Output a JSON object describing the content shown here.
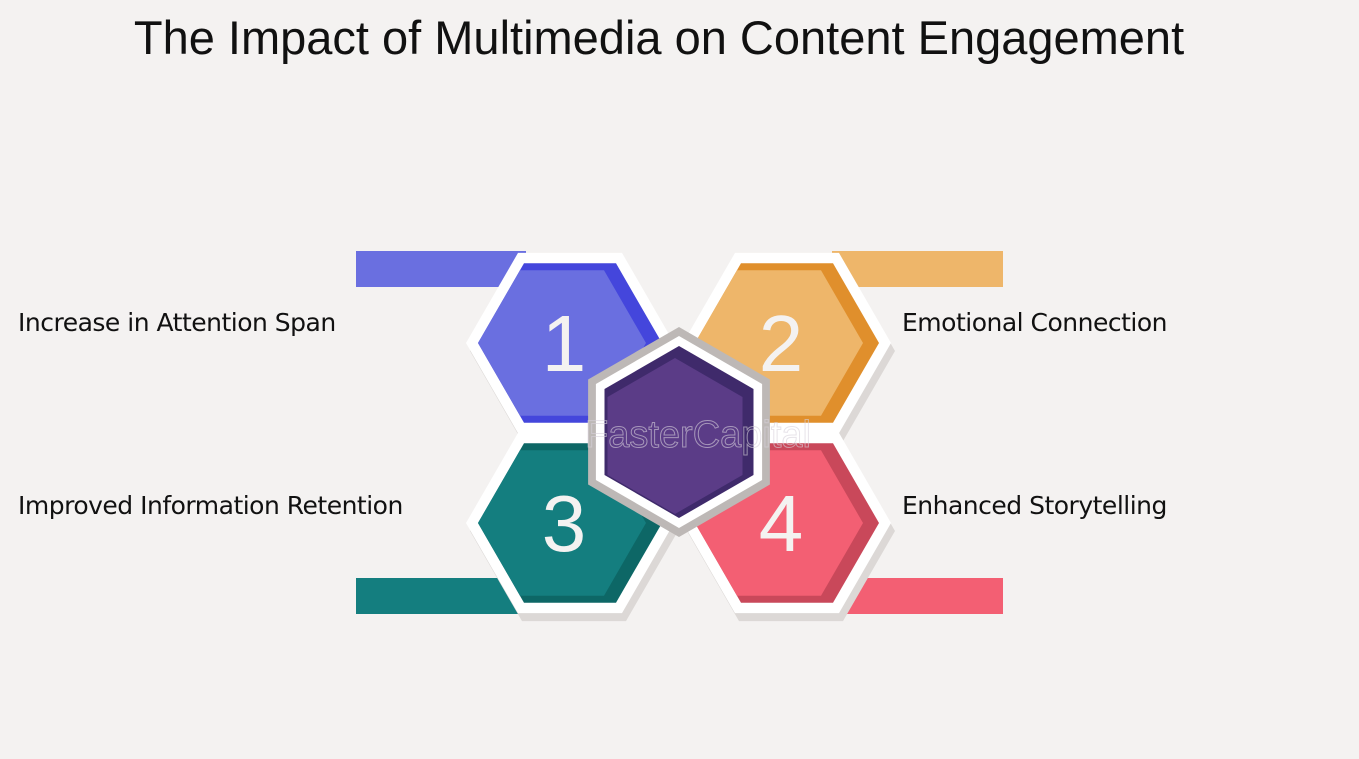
{
  "title": "The Impact of Multimedia on Content Engagement",
  "items": [
    {
      "number": "1",
      "label": "Increase in Attention Span",
      "color": "#6a6fe0",
      "shade": "#4446dc"
    },
    {
      "number": "2",
      "label": "Emotional Connection",
      "color": "#eeb66a",
      "shade": "#e08f2c"
    },
    {
      "number": "3",
      "label": "Improved Information Retention",
      "color": "#147e7f",
      "shade": "#0d6766"
    },
    {
      "number": "4",
      "label": "Enhanced Storytelling",
      "color": "#f35f73",
      "shade": "#c9485a"
    }
  ],
  "center_color": "#5b3c87",
  "watermark": "FasterCapital"
}
